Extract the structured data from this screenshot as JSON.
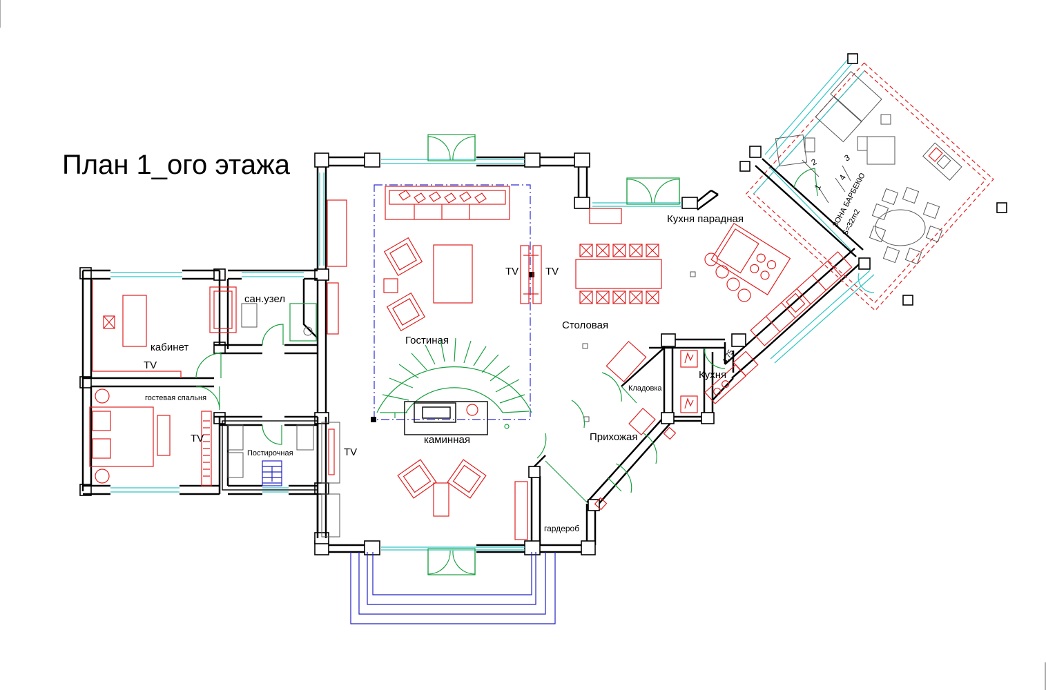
{
  "title": "План 1_ого этажа",
  "rooms": {
    "living": "Гостиная",
    "dining": "Столовая",
    "kitchen_front": "Кухня парадная",
    "kitchen": "Кухня",
    "pantry": "Кладовка",
    "hall": "Прихожая",
    "wardrobe": "гардероб",
    "fireplace": "каминная",
    "office": "кабинет",
    "bathroom": "сан.узел",
    "guest_bedroom": "гостевая спальня",
    "laundry": "Постирочная",
    "bbq_zone": "ЗОНА БАРБЕКЮ",
    "bbq_area": "S=32m2"
  },
  "tv_labels": {
    "living_left": "TV",
    "living_right": "TV",
    "office": "TV",
    "guest": "TV",
    "fireplace": "TV"
  },
  "bbq_markers": [
    "1",
    "2",
    "3",
    "4"
  ],
  "dimension_mark": "4.75",
  "colors": {
    "walls": "#000000",
    "windows": "#2ec4c4",
    "doors": "#1aa040",
    "furniture": "#e02020",
    "axis": "#2b2bd0"
  }
}
